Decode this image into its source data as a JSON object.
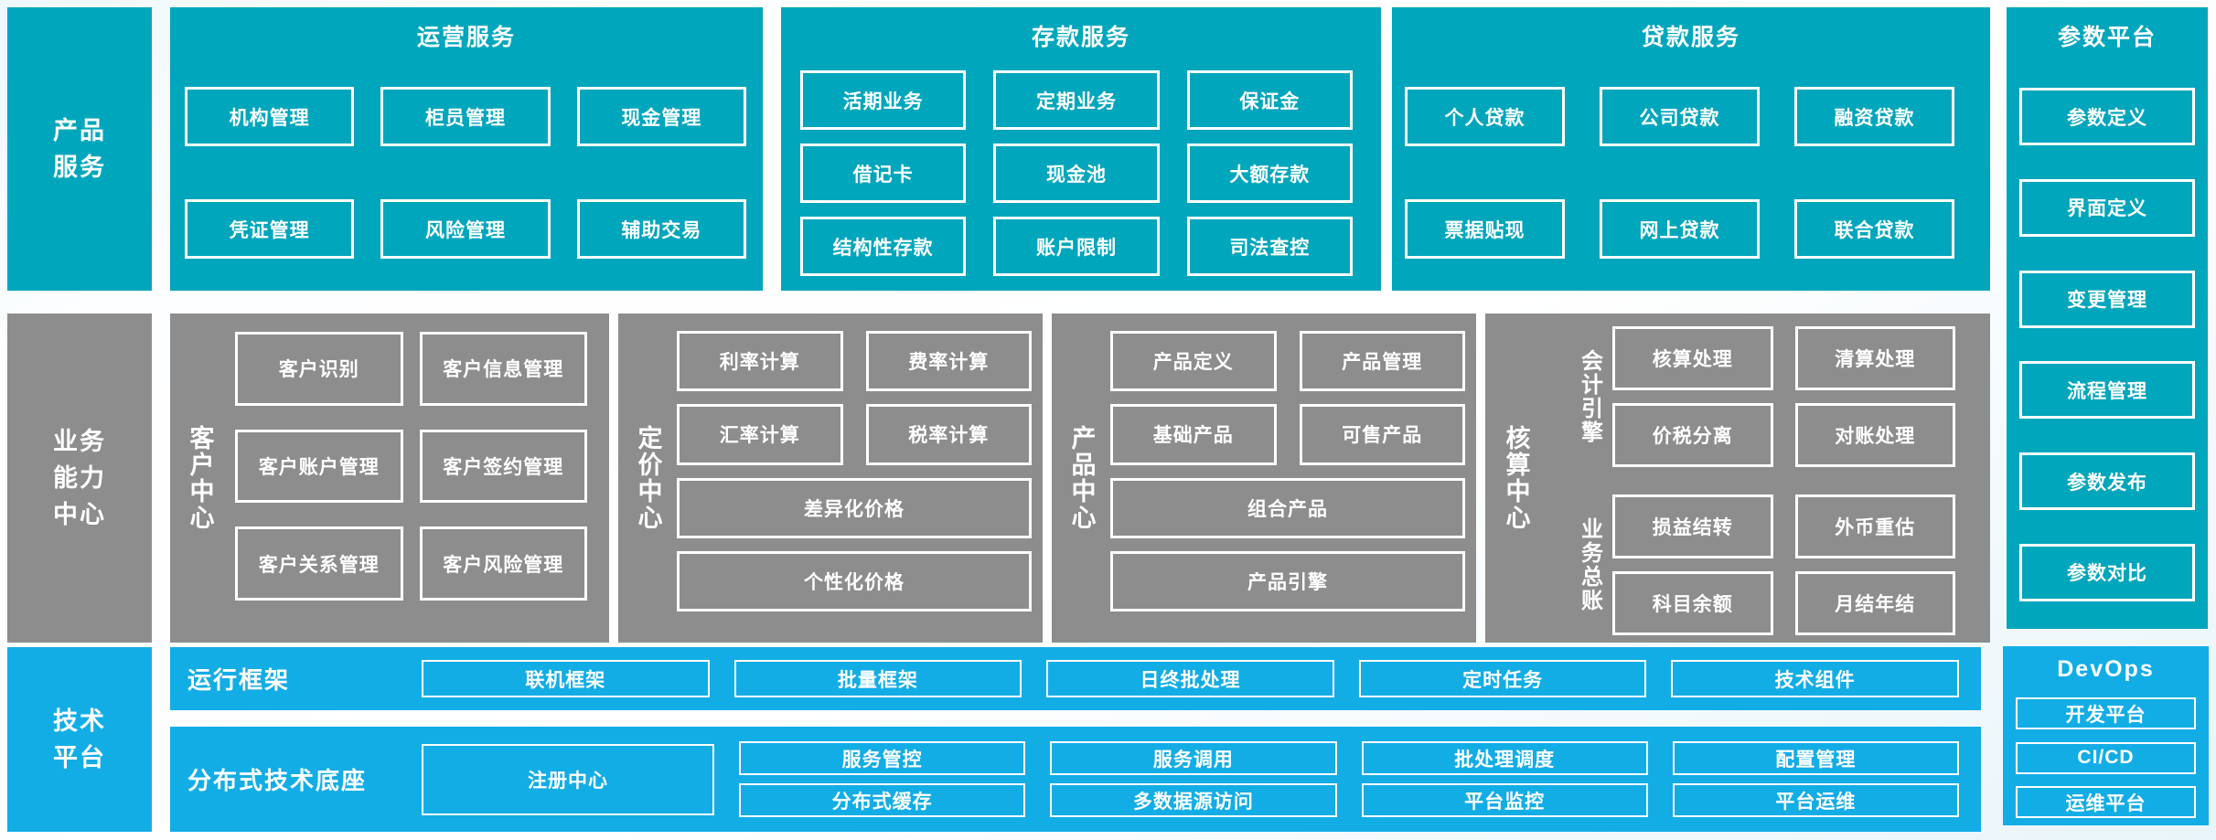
{
  "colors": {
    "teal": "#00A6BC",
    "gray": "#8D8D8D",
    "blue": "#13ADE6",
    "box_border": "#FFFFFF",
    "background": "#FFFFFF"
  },
  "left_rail": {
    "product_services": [
      "产品",
      "服务"
    ],
    "business_capability": [
      "业务",
      "能力",
      "中心"
    ],
    "tech_platform": [
      "技术",
      "平台"
    ]
  },
  "top_band": {
    "operations": {
      "title": "运营服务",
      "boxes": [
        "机构管理",
        "柜员管理",
        "现金管理",
        "凭证管理",
        "风险管理",
        "辅助交易"
      ]
    },
    "deposit": {
      "title": "存款服务",
      "boxes": [
        "活期业务",
        "定期业务",
        "保证金",
        "借记卡",
        "现金池",
        "大额存款",
        "结构性存款",
        "账户限制",
        "司法查控"
      ]
    },
    "loan": {
      "title": "贷款服务",
      "boxes": [
        "个人贷款",
        "公司贷款",
        "融资贷款",
        "票据贴现",
        "网上贷款",
        "联合贷款"
      ]
    }
  },
  "param_platform": {
    "title": "参数平台",
    "boxes": [
      "参数定义",
      "界面定义",
      "变更管理",
      "流程管理",
      "参数发布",
      "参数对比"
    ]
  },
  "middle_band": {
    "customer": {
      "label": "客户中心",
      "boxes": [
        "客户识别",
        "客户信息管理",
        "客户账户管理",
        "客户签约管理",
        "客户关系管理",
        "客户风险管理"
      ]
    },
    "pricing": {
      "label": "定价中心",
      "small_boxes": [
        "利率计算",
        "费率计算",
        "汇率计算",
        "税率计算"
      ],
      "wide_boxes": [
        "差异化价格",
        "个性化价格"
      ]
    },
    "product": {
      "label": "产品中心",
      "small_boxes": [
        "产品定义",
        "产品管理",
        "基础产品",
        "可售产品"
      ],
      "wide_boxes": [
        "组合产品",
        "产品引擎"
      ]
    },
    "accounting": {
      "label": "核算中心",
      "groups": [
        {
          "label": "会计引擎",
          "boxes": [
            "核算处理",
            "清算处理",
            "价税分离",
            "对账处理"
          ]
        },
        {
          "label": "业务总账",
          "boxes": [
            "损益结转",
            "外币重估",
            "科目余额",
            "月结年结"
          ]
        }
      ]
    }
  },
  "bottom_band": {
    "runtime": {
      "label": "运行框架",
      "boxes": [
        "联机框架",
        "批量框架",
        "日终批处理",
        "定时任务",
        "技术组件"
      ]
    },
    "distributed": {
      "label": "分布式技术底座",
      "registry": "注册中心",
      "row1": [
        "服务管控",
        "服务调用",
        "批处理调度",
        "配置管理"
      ],
      "row2": [
        "分布式缓存",
        "多数据源访问",
        "平台监控",
        "平台运维"
      ]
    },
    "devops": {
      "title": "DevOps",
      "boxes": [
        "开发平台",
        "CI/CD",
        "运维平台"
      ]
    }
  }
}
